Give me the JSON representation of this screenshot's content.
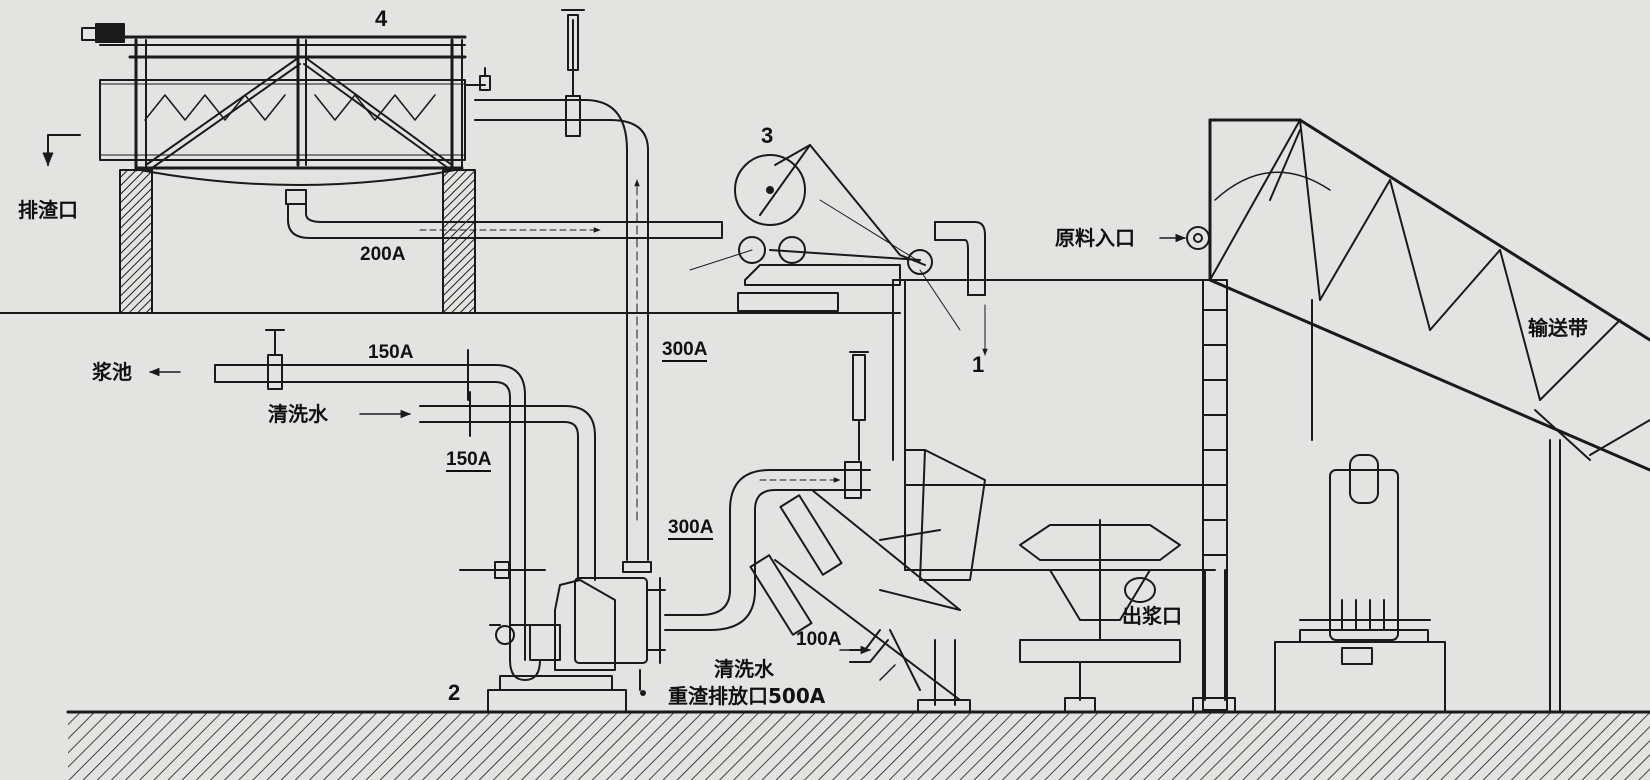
{
  "labels": {
    "no1": "1",
    "no2": "2",
    "no3": "3",
    "no4": "4",
    "slag_outlet": "排渣口",
    "pipe_200a": "200A",
    "raw_material_inlet": "原料入口",
    "conveyor_belt": "输送带",
    "slurry_pool": "浆池",
    "pipe_150a_top": "150A",
    "wash_water_top": "清洗水",
    "pipe_150a_side": "150A",
    "pipe_300a_vertical": "300A",
    "pipe_300a_pump": "300A",
    "pulp_outlet": "出浆口",
    "pipe_100a": "100A",
    "wash_water_bottom": "清洗水",
    "heavy_slag_outlet": "重渣排放口500A"
  },
  "colors": {
    "background": "#e3e3e1",
    "line": "#1a1a1a"
  }
}
